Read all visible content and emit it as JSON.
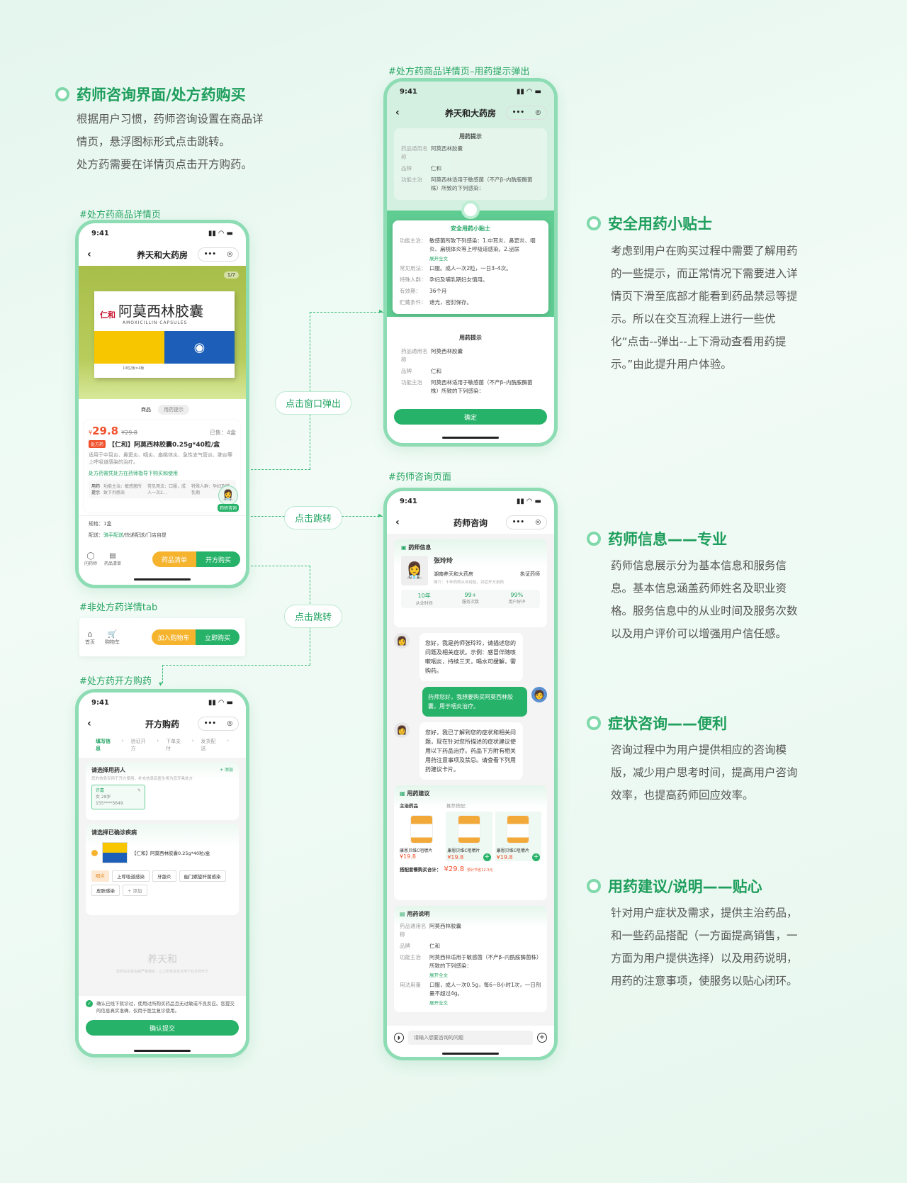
{
  "intro": {
    "title": "药师咨询界面/处方药购买",
    "lines": [
      "根据用户习惯，药师咨询设置在商品详",
      "情页，悬浮图标形式点击跳转。",
      "处方药需要在详情页点击开方购药。"
    ]
  },
  "tags": {
    "rx_detail": "#处方药商品详情页",
    "popup": "#处方药商品详情页–用药提示弹出",
    "consult": "#药师咨询页面",
    "non_rx": "#非处方药详情tab",
    "prescribe": "#处方药开方购药"
  },
  "arrows": {
    "popup": "点击窗口弹出",
    "jump1": "点击跳转",
    "jump2": "点击跳转"
  },
  "sections": [
    {
      "title": "安全用药小贴士",
      "lines": [
        "考虑到用户在购买过程中需要了解用药",
        "的一些提示，而正常情况下需要进入详",
        "情页下滑至底部才能看到药品禁忌等提",
        "示。所以在交互流程上进行一些优",
        "化“点击--弹出--上下滑动查看用药提",
        "示。”由此提升用户体验。"
      ]
    },
    {
      "title": "药师信息——专业",
      "lines": [
        "药师信息展示分为基本信息和服务信",
        "息。基本信息涵盖药师姓名及职业资",
        "格。服务信息中的从业时间及服务次数",
        "以及用户评价可以增强用户信任感。"
      ]
    },
    {
      "title": "症状咨询——便利",
      "lines": [
        "咨询过程中为用户提供相应的咨询模",
        "版，减少用户思考时间，提高用户咨询",
        "效率，也提高药师回应效率。"
      ]
    },
    {
      "title": "用药建议/说明——贴心",
      "lines": [
        "针对用户症状及需求，提供主治药品，",
        "和一些药品搭配（一方面提高销售，一",
        "方面为用户提供选择）以及用药说明，",
        "用药的注意事项，使服务以贴心闭环。"
      ]
    }
  ],
  "status": {
    "time": "9:41"
  },
  "store": "养天和大药房",
  "p1": {
    "page": "1/7",
    "box_brand": "仁和",
    "box_name": "阿莫西林胶囊",
    "box_en": "AMOXICILLIN CAPSULES",
    "box_spec": "10粒/板×4板",
    "tabs": [
      "商品",
      "用药提示"
    ],
    "price": "29.8",
    "orig": "¥29.8",
    "sold": "已售：4盒",
    "rx": "处方药",
    "name": "【仁和】阿莫西林胶囊0.25g*40粒/盒",
    "desc": "适用于中耳炎、鼻窦炎、咽炎、扁桃体炎、急性支气管炎、肺炎等上呼吸道感染的治疗。",
    "rx_note": "处方药需凭处方在药师指导下购买和使用",
    "tip_label": "用药提示",
    "tip_cols": [
      "功能主治：敏感菌所致下列感染",
      "常见用法：口服，成人一次2...",
      "特殊人群：孕妇及哺乳期"
    ],
    "consult": "药师咨询",
    "spec": "规格：1盒",
    "delivery_label": "配送：",
    "delivery_g": "骑手配送",
    "delivery_rest": "/快递配送/门店自提",
    "bottom": [
      "问药师",
      "药品清单"
    ],
    "btn1": "药品清单",
    "btn2": "开方购买"
  },
  "tabbar": {
    "items": [
      "首页",
      "购物车"
    ],
    "btn1": "加入购物车",
    "btn2": "立即购买"
  },
  "p3": {
    "title": "开方购药",
    "steps": [
      "填写信息",
      "验证开方",
      "下单支付",
      "发货配送"
    ],
    "patient_title": "请选择用药人",
    "add": "+ 添加",
    "patient_note": "您的信息仅用于开方使用，补充信息后医生将为您开具处方",
    "patient_name": "许嘉",
    "patient_info": "女 28岁",
    "patient_phone": "155****5649",
    "disease_title": "请选择已确诊疾病",
    "drug": "【仁和】阿莫西林胶囊0.25g*40粒/盒",
    "chips": [
      "咽炎",
      "上呼吸道感染",
      "牙龈炎",
      "幽门螺旋杆菌感染",
      "皮肤感染"
    ],
    "add_chip": "+ 添加",
    "watermark": "养天和",
    "watermark_note": "您的信息将会被严格保密，以上所有信息仅用于处方药开方",
    "confirm_text": "确认已线下就诊过，使用过所购买药品且无过敏或不良反应。您提交的信息真实准确，仅用于医生复诊使用。",
    "submit": "确认提交"
  },
  "p2": {
    "top_title": "用药提示",
    "rows": [
      [
        "药品通用名称",
        "阿莫西林胶囊"
      ],
      [
        "品牌",
        "仁和"
      ],
      [
        "功能主治",
        "阿莫西林适用于敏感菌（不产β–内酰胺酶菌株）所致的下列感染："
      ]
    ],
    "pop_title": "安全用药小贴士",
    "pop_rows": [
      [
        "功能主治：",
        "敏感菌所致下列感染：1.中耳炎、鼻窦炎、咽炎、扁桃体炎等上呼吸道感染。2.泌尿"
      ],
      [
        "常见用法：",
        "口服。成人一次2粒，一日3–4次。"
      ],
      [
        "特殊人群：",
        "孕妇及哺乳期妇女慎用。"
      ],
      [
        "有效期：",
        "36个月"
      ],
      [
        "贮藏条件：",
        "遮光，密封保存。"
      ]
    ],
    "expand": "展开全文",
    "ok": "确定"
  },
  "p4": {
    "title": "药师咨询",
    "info_title": "药师信息",
    "name": "张玲玲",
    "store": "湖南养天和大药房",
    "role": "执证药师",
    "intro": "简介：十年药师从业经验，对症开方用药",
    "stats": [
      [
        "10年",
        "从业时间"
      ],
      [
        "99+",
        "服务次数"
      ],
      [
        "99%",
        "用户好评"
      ]
    ],
    "msg1": "您好，我是药师张玲玲，请描述您的问题及相关症状。示例：感冒伴随咳嗽咽炎，持续三天，喝水可缓解，需购药。",
    "msg2": "药师您好，我想要购买阿莫西林胶囊，用于咽炎治疗。",
    "msg3": "您好，我已了解到您的症状和相关问题，现在针对您所描述的症状建议使用以下药品治疗。药品下方附有相关用药注意事项及禁忌。请查看下列用药建议卡片。",
    "sug_title": "用药建议",
    "main_label": "主治药品",
    "rec_label": "推荐搭配：",
    "products": [
      {
        "name": "康恩贝维C咀嚼片",
        "price": "19.8"
      },
      {
        "name": "康恩贝维C咀嚼片",
        "price": "19.8"
      },
      {
        "name": "康恩贝维C咀嚼片",
        "price": "19.8"
      }
    ],
    "combo_label": "搭配套餐购买合计：",
    "combo_price": "29.8",
    "combo_save": "预计节省12.3元",
    "usage_title": "用药说明",
    "usage_rows": [
      [
        "药品通用名称",
        "阿莫西林胶囊"
      ],
      [
        "品牌",
        "仁和"
      ],
      [
        "功能主治",
        "阿莫西林适用于敏感菌（不产β–内酰胺酶菌株）所致的下列感染："
      ],
      [
        "用法用量",
        "口服，成人一次0.5g，每6~8小时1次，一日剂量不超过4g。"
      ]
    ],
    "expand": "展开全文",
    "input_ph": "请输入想要咨询的问题"
  },
  "colors": {
    "accent": "#22a463",
    "price": "#f0502c",
    "orange": "#f5b32e"
  }
}
